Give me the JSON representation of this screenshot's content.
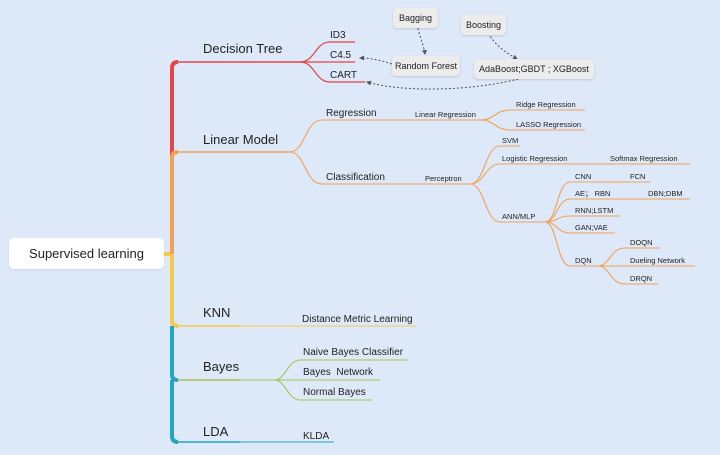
{
  "root": "Supervised learning",
  "branches": [
    {
      "label": "Decision Tree",
      "children": [
        {
          "label": "ID3"
        },
        {
          "label": "C4.5"
        },
        {
          "label": "CART"
        }
      ]
    },
    {
      "label": "Linear Model",
      "children": [
        {
          "label": "Regression",
          "children": [
            {
              "label": "Linear Regression",
              "children": [
                {
                  "label": "Ridge Regression"
                },
                {
                  "label": "LASSO Regression"
                }
              ]
            }
          ]
        },
        {
          "label": "Classification",
          "children": [
            {
              "label": "Perceptron",
              "children": [
                {
                  "label": "SVM"
                },
                {
                  "label": "Logistic Regression",
                  "children": [
                    {
                      "label": "Softmax Regression"
                    }
                  ]
                },
                {
                  "label": "ANN/MLP",
                  "children": [
                    {
                      "label": "CNN",
                      "children": [
                        {
                          "label": "FCN"
                        }
                      ]
                    },
                    {
                      "label": "AE； RBN",
                      "children": [
                        {
                          "label": "DBN;DBM"
                        }
                      ]
                    },
                    {
                      "label": "RNN;LSTM"
                    },
                    {
                      "label": "GAN;VAE"
                    },
                    {
                      "label": "DQN",
                      "children": [
                        {
                          "label": "DOQN"
                        },
                        {
                          "label": "Dueling Network"
                        },
                        {
                          "label": "DRQN"
                        }
                      ]
                    }
                  ]
                }
              ]
            }
          ]
        }
      ]
    },
    {
      "label": "KNN",
      "children": [
        {
          "label": "Distance Metric Learning"
        }
      ]
    },
    {
      "label": "Bayes",
      "children": [
        {
          "label": "Naive Bayes Classifier"
        },
        {
          "label": "Bayes  Network"
        },
        {
          "label": "Normal Bayes"
        }
      ]
    },
    {
      "label": "LDA",
      "children": [
        {
          "label": "KLDA"
        }
      ]
    }
  ],
  "external": {
    "bagging": "Bagging",
    "boosting": "Boosting",
    "random_forest": "Random Forest",
    "adaboost": "AdaBoost;GBDT ; XGBoost"
  },
  "colors": {
    "background": "#dde9f8",
    "decision_tree": "#e64545",
    "linear_model": "#f3a157",
    "knn": "#f7c948",
    "bayes": "#a7c34e",
    "lda": "#23a5c7",
    "relation": "#555555"
  }
}
